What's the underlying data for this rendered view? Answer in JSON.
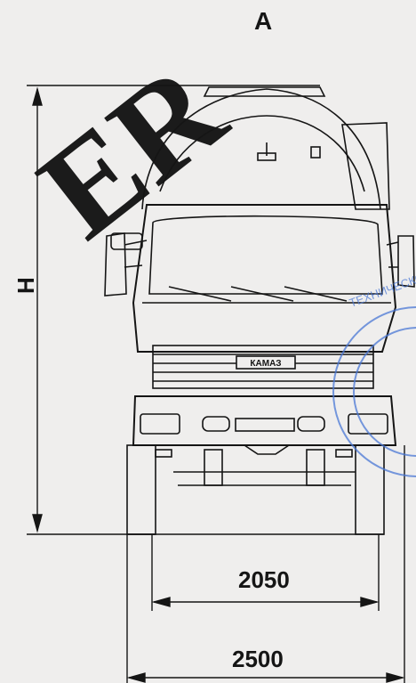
{
  "view_label": "A",
  "dimensions": {
    "height": "H",
    "track_width": "2050",
    "overall_width": "2500"
  },
  "cab_badge": "КАМАЗ",
  "colors": {
    "paper": "#efeeed",
    "line": "#151515",
    "stamp": "#4a78d6",
    "watermark": "#1b1b1b"
  },
  "watermark_text": "ER",
  "stamp_text": "ТЕХНИЧЕСКОЕ УПРАВЛЕНИЕ"
}
